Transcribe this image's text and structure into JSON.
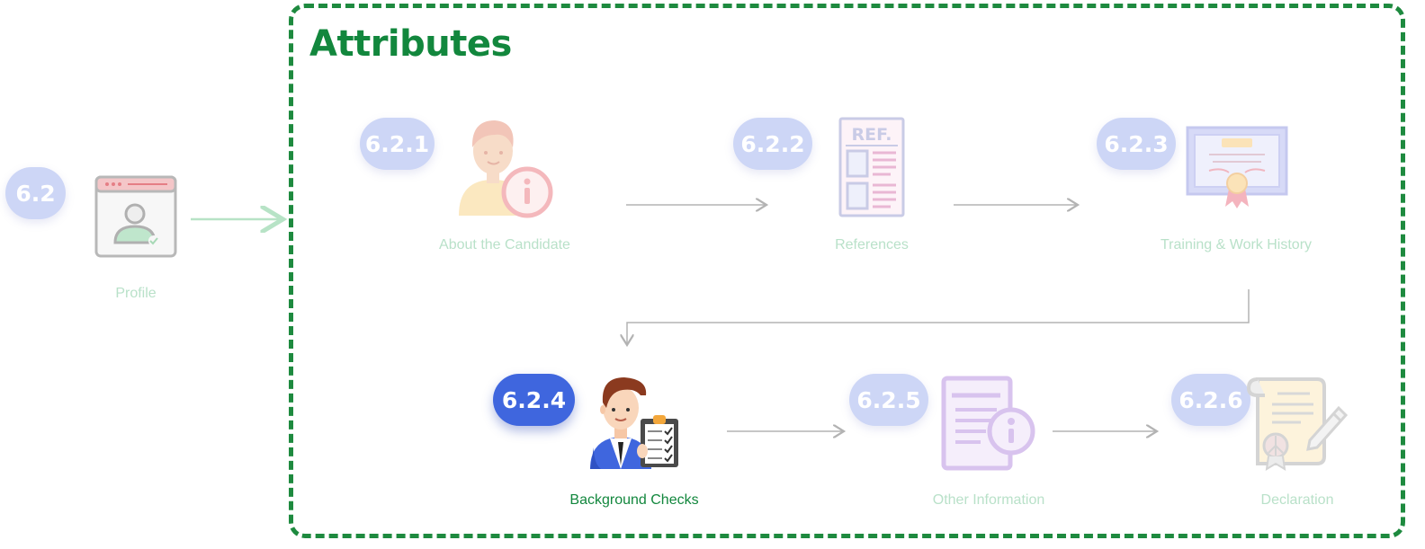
{
  "profile": {
    "badge": "6.2",
    "label": "Profile",
    "icon": "profile-window-icon"
  },
  "group": {
    "title": "Attributes",
    "border_color": "#1e8a3f"
  },
  "steps": [
    {
      "badge": "6.2.1",
      "label": "About the Candidate",
      "icon": "candidate-info-icon",
      "state": "dim"
    },
    {
      "badge": "6.2.2",
      "label": "References",
      "icon": "reference-document-icon",
      "state": "dim"
    },
    {
      "badge": "6.2.3",
      "label": "Training & Work History",
      "icon": "certificate-icon",
      "state": "dim"
    },
    {
      "badge": "6.2.4",
      "label": "Background Checks",
      "icon": "background-check-person-icon",
      "state": "active"
    },
    {
      "badge": "6.2.5",
      "label": "Other Information",
      "icon": "document-info-icon",
      "state": "dim"
    },
    {
      "badge": "6.2.6",
      "label": "Declaration",
      "icon": "declaration-scroll-icon",
      "state": "dim"
    }
  ],
  "colors": {
    "active_badge": "#3f66de",
    "dim_badge": "#cdd6f6",
    "active_label": "#12873d",
    "dim_label": "#b9e1c9",
    "connector": "#b8b8b8"
  }
}
